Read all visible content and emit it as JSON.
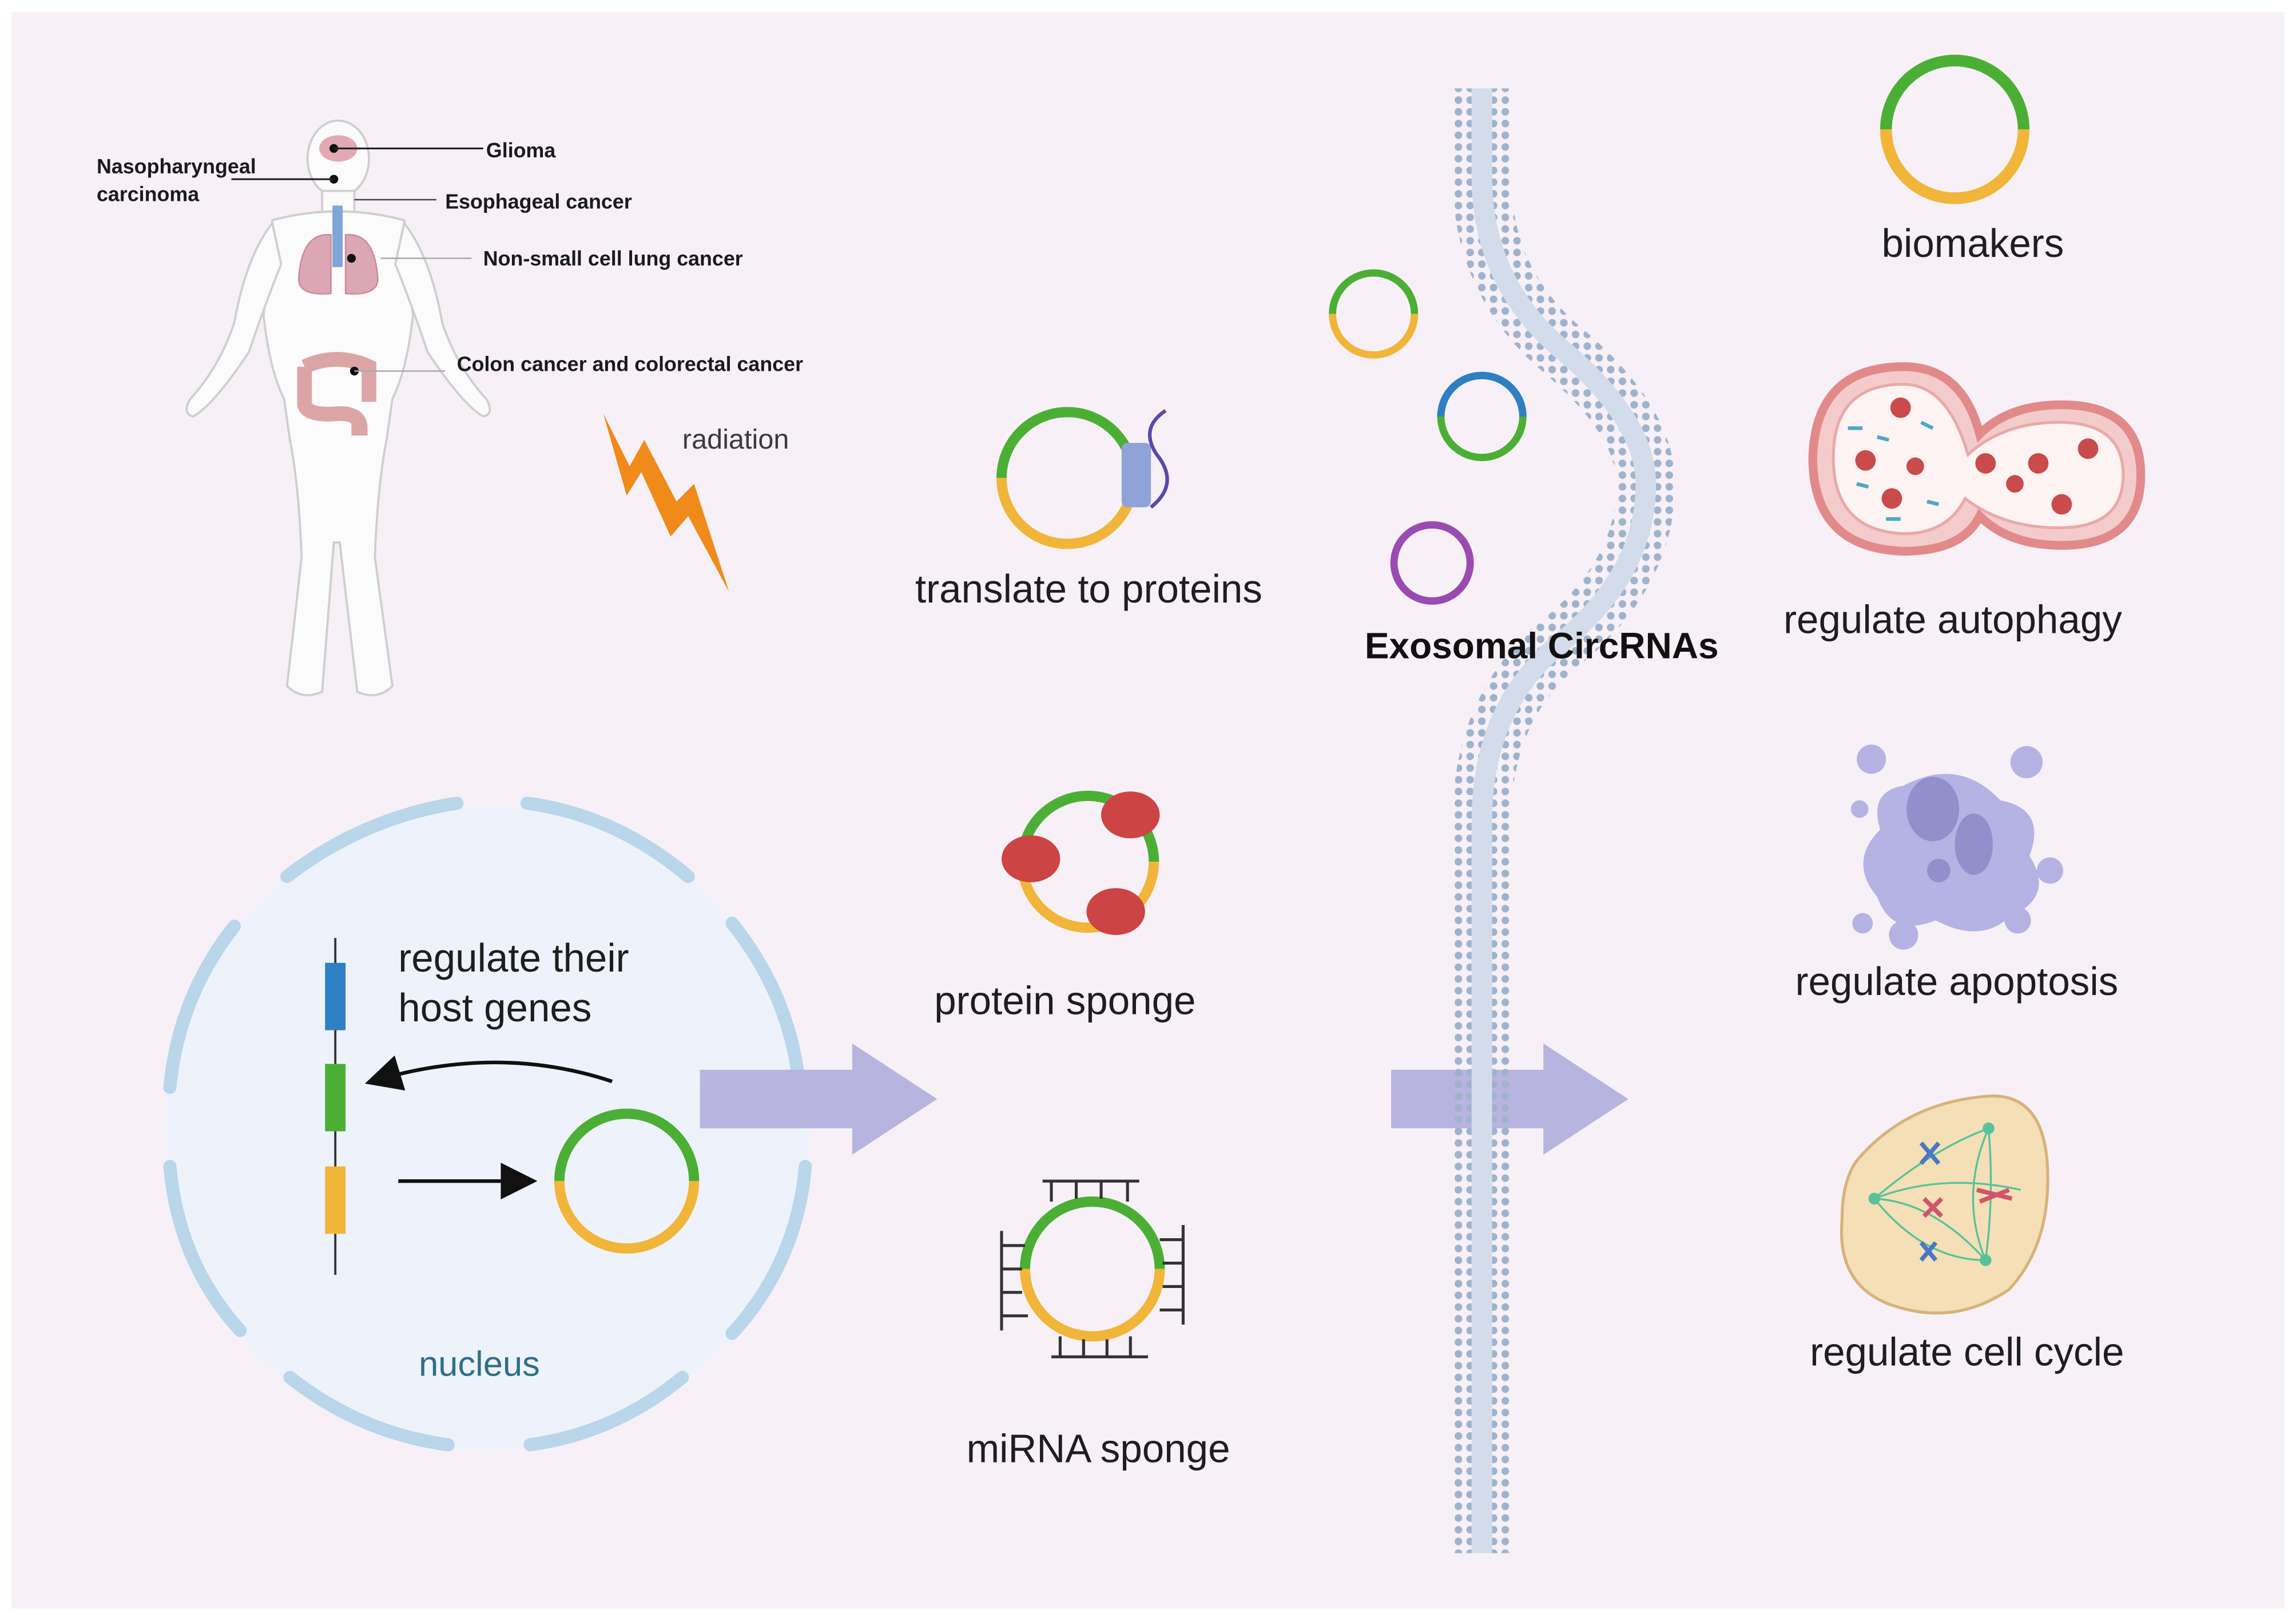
{
  "colors": {
    "background": "#f7f1f7",
    "circ_green": "#4caf35",
    "circ_yellow": "#f1b53a",
    "circ_blue": "#2f7fc5",
    "circ_purple": "#9a4bb1",
    "membrane": "#8aa8c8",
    "arrow": "#b7b5df",
    "nucleus_fill": "#eef3fb",
    "nucleus_envelope": "#b9d6ea",
    "protein_red": "#cc4444",
    "flame_orange": "#f08a1a"
  },
  "body_labels": {
    "glioma": "Glioma",
    "nasopharyngeal": "Nasopharyngeal",
    "carcinoma": "carcinoma",
    "esophageal": "Esophageal cancer",
    "lung": "Non-small cell lung cancer",
    "colon": "Colon cancer and colorectal cancer",
    "radiation": "radiation"
  },
  "nucleus": {
    "label": "nucleus",
    "regulate_line1": "regulate their",
    "regulate_line2": "host genes"
  },
  "mechanisms": {
    "translate": "translate to proteins",
    "protein_sponge": "protein sponge",
    "mirna_sponge": "miRNA sponge"
  },
  "exosome": {
    "label": "Exosomal CircRNAs"
  },
  "functions": {
    "biomakers": "biomakers",
    "autophagy": "regulate autophagy",
    "apoptosis": "regulate apoptosis",
    "cell_cycle": "regulate cell cycle"
  }
}
